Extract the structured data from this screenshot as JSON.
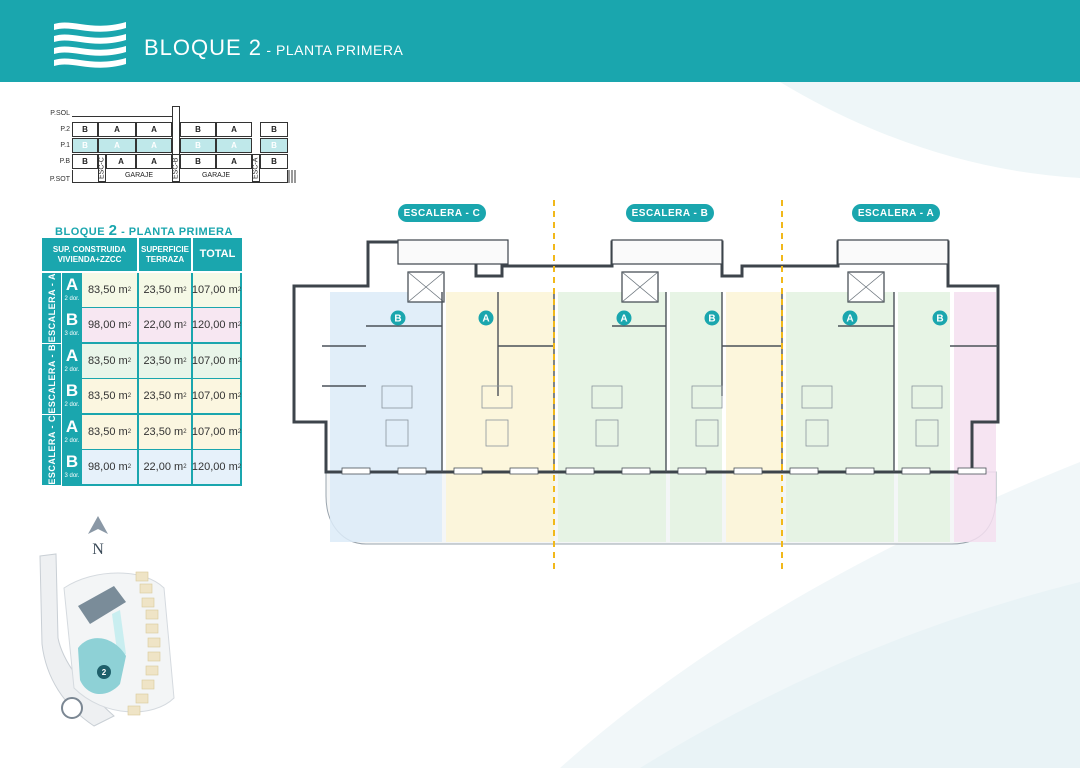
{
  "header": {
    "title_main": "BLOQUE 2",
    "title_dash": " - ",
    "title_sub": "PLANTA PRIMERA",
    "logo_icon": "waves-logo-icon",
    "color": "#1aa6ae"
  },
  "schema": {
    "levels": [
      "P.SOL",
      "P.2",
      "P.1",
      "P.B",
      "P.SOT"
    ],
    "row_p2": [
      "B",
      "A",
      "A",
      "B",
      "A",
      "B"
    ],
    "row_p1": [
      "B",
      "A",
      "A",
      "B",
      "A",
      "B"
    ],
    "row_pb": [
      "B",
      "A",
      "A",
      "B",
      "A",
      "B"
    ],
    "stairs": [
      "ESC-C",
      "ESC-B",
      "ESC-A"
    ],
    "garage": [
      "GARAJE",
      "GARAJE"
    ],
    "highlight_level": "P.1",
    "highlight_color": "#bfe8ea"
  },
  "areas_table": {
    "title_prefix": "BLOQUE",
    "title_num": "2",
    "title_suffix": "- PLANTA PRIMERA",
    "headers": {
      "built_l1": "SUP. CONSTRUIDA",
      "built_l2": "VIVIENDA+ZZCC",
      "terrace_l1": "SUPERFICIE",
      "terrace_l2": "TERRAZA",
      "total": "TOTAL"
    },
    "unit": "m",
    "unit_exp": "2",
    "stairs": [
      {
        "label": "ESCALERA - A",
        "rows": [
          {
            "type": "A",
            "rooms": "2 dor.",
            "built": "83,50",
            "terrace": "23,50",
            "total": "107,00",
            "color": "#f5f9e6"
          },
          {
            "type": "B",
            "rooms": "3 dor.",
            "built": "98,00",
            "terrace": "22,00",
            "total": "120,00",
            "color": "#f7e7f2"
          }
        ]
      },
      {
        "label": "ESCALERA - B",
        "rows": [
          {
            "type": "A",
            "rooms": "2 dor.",
            "built": "83,50",
            "terrace": "23,50",
            "total": "107,00",
            "color": "#e9f5e9"
          },
          {
            "type": "B",
            "rooms": "2 dor.",
            "built": "83,50",
            "terrace": "23,50",
            "total": "107,00",
            "color": "#fbf6e0"
          }
        ]
      },
      {
        "label": "ESCALERA - C",
        "rows": [
          {
            "type": "A",
            "rooms": "2 dor.",
            "built": "83,50",
            "terrace": "23,50",
            "total": "107,00",
            "color": "#fbf6e0"
          },
          {
            "type": "B",
            "rooms": "3 dor.",
            "built": "98,00",
            "terrace": "22,00",
            "total": "120,00",
            "color": "#e6f1fa"
          }
        ]
      }
    ]
  },
  "north_label": "N",
  "site_map": {
    "block_number": "2"
  },
  "plan": {
    "stair_labels": [
      "ESCALERA - C",
      "ESCALERA - B",
      "ESCALERA - A"
    ],
    "unit_markers": [
      "B",
      "A",
      "A",
      "B",
      "A",
      "B"
    ],
    "zone_colors": [
      "#dcebf8",
      "#fbf4d6",
      "#e3f2e0",
      "#e3f2e0",
      "#fbf4d6",
      "#e3f2e0",
      "#e3f2e0",
      "#f4dff0"
    ],
    "divider_color": "#f1b81a"
  }
}
